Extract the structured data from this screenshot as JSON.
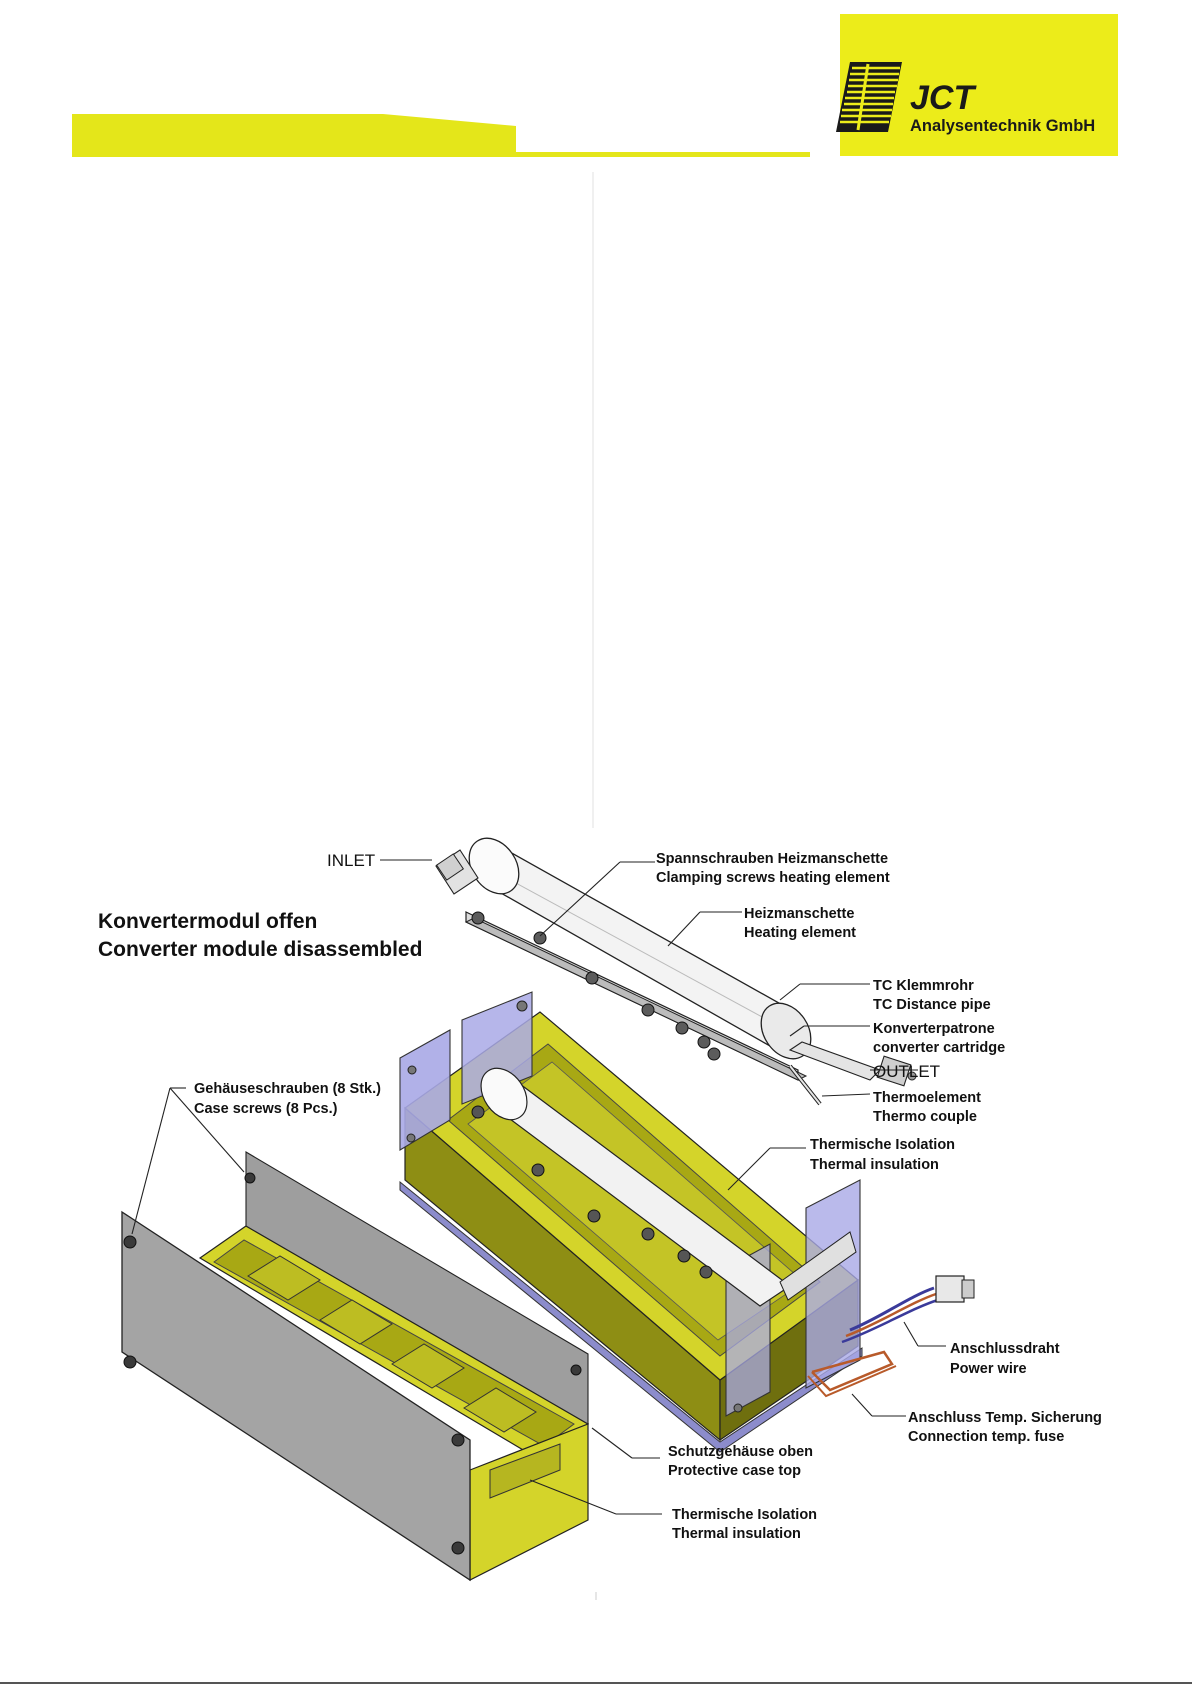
{
  "header": {
    "accent_color": "#e4e61a",
    "logo": {
      "brand": "JCT",
      "company": "Analysentechnik GmbH",
      "bg_color": "#ecec1a"
    }
  },
  "figure": {
    "title_line1": "Konvertermodul offen",
    "title_line2": "Converter module disassembled",
    "labels": {
      "inlet": "INLET",
      "outlet": "OUTLET",
      "clamp_de": "Spannschrauben Heizmanschette",
      "clamp_en": "Clamping screws heating element",
      "heat_de": "Heizmanschette",
      "heat_en": "Heating element",
      "tc_pipe_de": "TC Klemmrohr",
      "tc_pipe_en": "TC Distance pipe",
      "cartridge_de": "Konverterpatrone",
      "cartridge_en": "converter cartridge",
      "thermo_de": "Thermoelement",
      "thermo_en": "Thermo couple",
      "insul1_de": "Thermische Isolation",
      "insul1_en": "Thermal insulation",
      "screws_de": "Gehäuseschrauben (8 Stk.)",
      "screws_en": "Case screws (8 Pcs.)",
      "power_de": "Anschlussdraht",
      "power_en": "Power wire",
      "fuse_de": "Anschluss Temp. Sicherung",
      "fuse_en": "Connection temp. fuse",
      "case_de": "Schutzgehäuse oben",
      "case_en": "Protective case top",
      "insul2_de": "Thermische Isolation",
      "insul2_en": "Thermal insulation"
    }
  },
  "colors": {
    "insulation": "#d4d42a",
    "insulation_dark": "#8e8e14",
    "case_grey": "#a4a4a4",
    "bracket_blue": "#a9a9e6"
  }
}
